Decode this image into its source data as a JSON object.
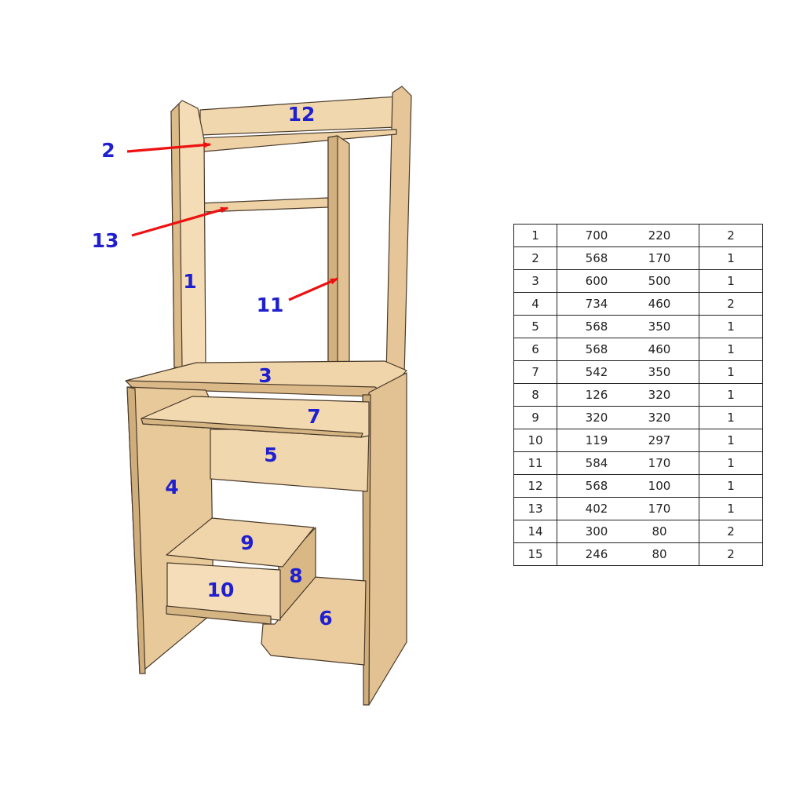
{
  "diagram": {
    "labels": {
      "p1": "1",
      "p2": "2",
      "p3": "3",
      "p4": "4",
      "p5": "5",
      "p6": "6",
      "p7": "7",
      "p8": "8",
      "p9": "9",
      "p10": "10",
      "p11": "11",
      "p12": "12",
      "p13": "13"
    },
    "colors": {
      "wood_light": "#f3dcb6",
      "wood_mid": "#e6c698",
      "wood_dark": "#cfad7c",
      "outline": "#4a3a2a",
      "label": "#1f1fcf",
      "arrow": "#ee1111"
    }
  },
  "table": {
    "rows": [
      {
        "part": "1",
        "length": "700",
        "width": "220",
        "qty": "2"
      },
      {
        "part": "2",
        "length": "568",
        "width": "170",
        "qty": "1"
      },
      {
        "part": "3",
        "length": "600",
        "width": "500",
        "qty": "1"
      },
      {
        "part": "4",
        "length": "734",
        "width": "460",
        "qty": "2"
      },
      {
        "part": "5",
        "length": "568",
        "width": "350",
        "qty": "1"
      },
      {
        "part": "6",
        "length": "568",
        "width": "460",
        "qty": "1"
      },
      {
        "part": "7",
        "length": "542",
        "width": "350",
        "qty": "1"
      },
      {
        "part": "8",
        "length": "126",
        "width": "320",
        "qty": "1"
      },
      {
        "part": "9",
        "length": "320",
        "width": "320",
        "qty": "1"
      },
      {
        "part": "10",
        "length": "119",
        "width": "297",
        "qty": "1"
      },
      {
        "part": "11",
        "length": "584",
        "width": "170",
        "qty": "1"
      },
      {
        "part": "12",
        "length": "568",
        "width": "100",
        "qty": "1"
      },
      {
        "part": "13",
        "length": "402",
        "width": "170",
        "qty": "1"
      },
      {
        "part": "14",
        "length": "300",
        "width": "80",
        "qty": "2"
      },
      {
        "part": "15",
        "length": "246",
        "width": "80",
        "qty": "2"
      }
    ]
  }
}
